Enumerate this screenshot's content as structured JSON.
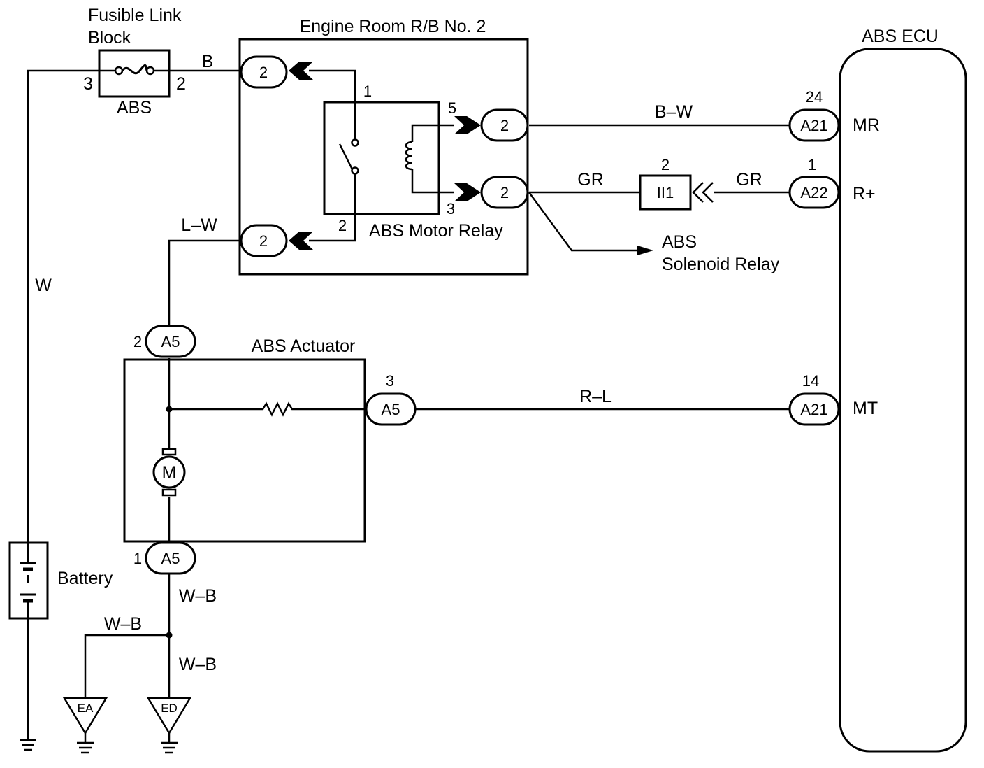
{
  "fusible_link": {
    "title_line1": "Fusible Link",
    "title_line2": "Block",
    "name": "ABS",
    "pin_left": "3",
    "pin_right": "2"
  },
  "relay_block": {
    "title": "Engine Room R/B No. 2",
    "connector_label": "2"
  },
  "motor_relay": {
    "name": "ABS Motor Relay",
    "pin1": "1",
    "pin2": "2",
    "pin3": "3",
    "pin5": "5"
  },
  "ecu": {
    "title": "ABS ECU",
    "terminals": [
      {
        "connector": "A21",
        "pin": "24",
        "signal": "MR"
      },
      {
        "connector": "A22",
        "pin": "1",
        "signal": "R+"
      },
      {
        "connector": "A21",
        "pin": "14",
        "signal": "MT"
      }
    ]
  },
  "junction": {
    "connector": "II1",
    "pin": "2"
  },
  "solenoid_relay": {
    "line1": "ABS",
    "line2": "Solenoid Relay"
  },
  "actuator": {
    "title": "ABS Actuator",
    "connector": "A5",
    "pin_top": "2",
    "pin_right": "3",
    "pin_bottom": "1",
    "motor_symbol": "M"
  },
  "battery": {
    "label": "Battery"
  },
  "wires": {
    "b": "B",
    "b_w": "B–W",
    "gr_left": "GR",
    "gr_right": "GR",
    "l_w": "L–W",
    "w": "W",
    "r_l": "R–L",
    "w_b_1": "W–B",
    "w_b_2": "W–B",
    "w_b_3": "W–B"
  },
  "grounds": {
    "ea": "EA",
    "ed": "ED"
  }
}
